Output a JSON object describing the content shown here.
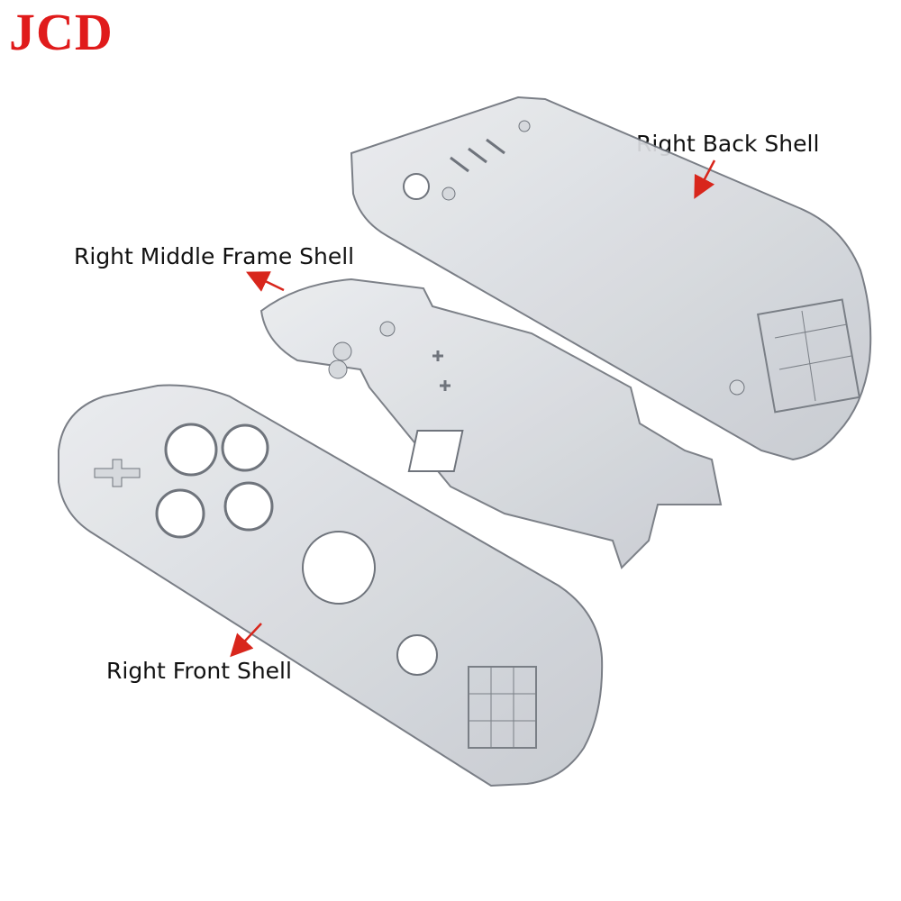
{
  "brand": {
    "logo_text": "JCD",
    "color": "#e01b1b"
  },
  "labels": {
    "back_shell": "Right Back Shell",
    "middle_frame": "Right Middle Frame Shell",
    "front_shell": "Right Front Shell"
  },
  "colors": {
    "arrow": "#d8261c",
    "shell": "#b8bcc4",
    "shell_edge": "#6f747c"
  }
}
